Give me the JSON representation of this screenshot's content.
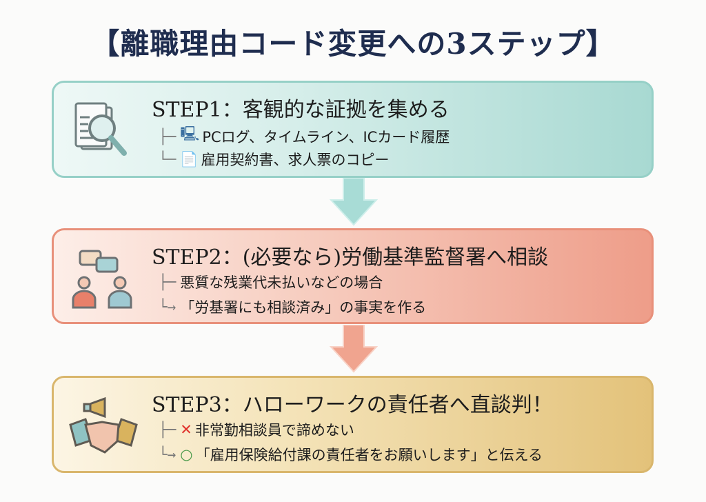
{
  "title": "【離職理由コード変更への3ステップ】",
  "steps": [
    {
      "heading": "STEP1：客観的な証拠を集める",
      "icon": "document-search-icon",
      "items": [
        {
          "branch": "├─",
          "marker": "🖳",
          "text": "PCログ、タイムライン、ICカード履歴"
        },
        {
          "branch": "└─",
          "marker": "📄",
          "text": "雇用契約書、求人票のコピー"
        }
      ]
    },
    {
      "heading": "STEP2：(必要なら)労働基準監督署へ相談",
      "icon": "consultation-people-icon",
      "items": [
        {
          "branch": "├─",
          "marker": "",
          "text": "悪質な残業代未払いなどの場合"
        },
        {
          "branch": "└→",
          "marker": "",
          "text": "「労基署にも相談済み」の事実を作る"
        }
      ]
    },
    {
      "heading": "STEP3：ハローワークの責任者へ直談判！",
      "icon": "handshake-megaphone-icon",
      "items": [
        {
          "branch": "├─",
          "marker": "✕",
          "text": "非常勤相談員で諦めない"
        },
        {
          "branch": "└→",
          "marker": "○",
          "text": "「雇用保険給付課の責任者をお願いします」と伝える"
        }
      ]
    }
  ],
  "colors": {
    "title": "#1f2d4f",
    "step1": "#a8d9d2",
    "step2": "#ee9d89",
    "step3": "#e3c27a",
    "cross": "#e0302a",
    "circle": "#4a9a4a"
  }
}
